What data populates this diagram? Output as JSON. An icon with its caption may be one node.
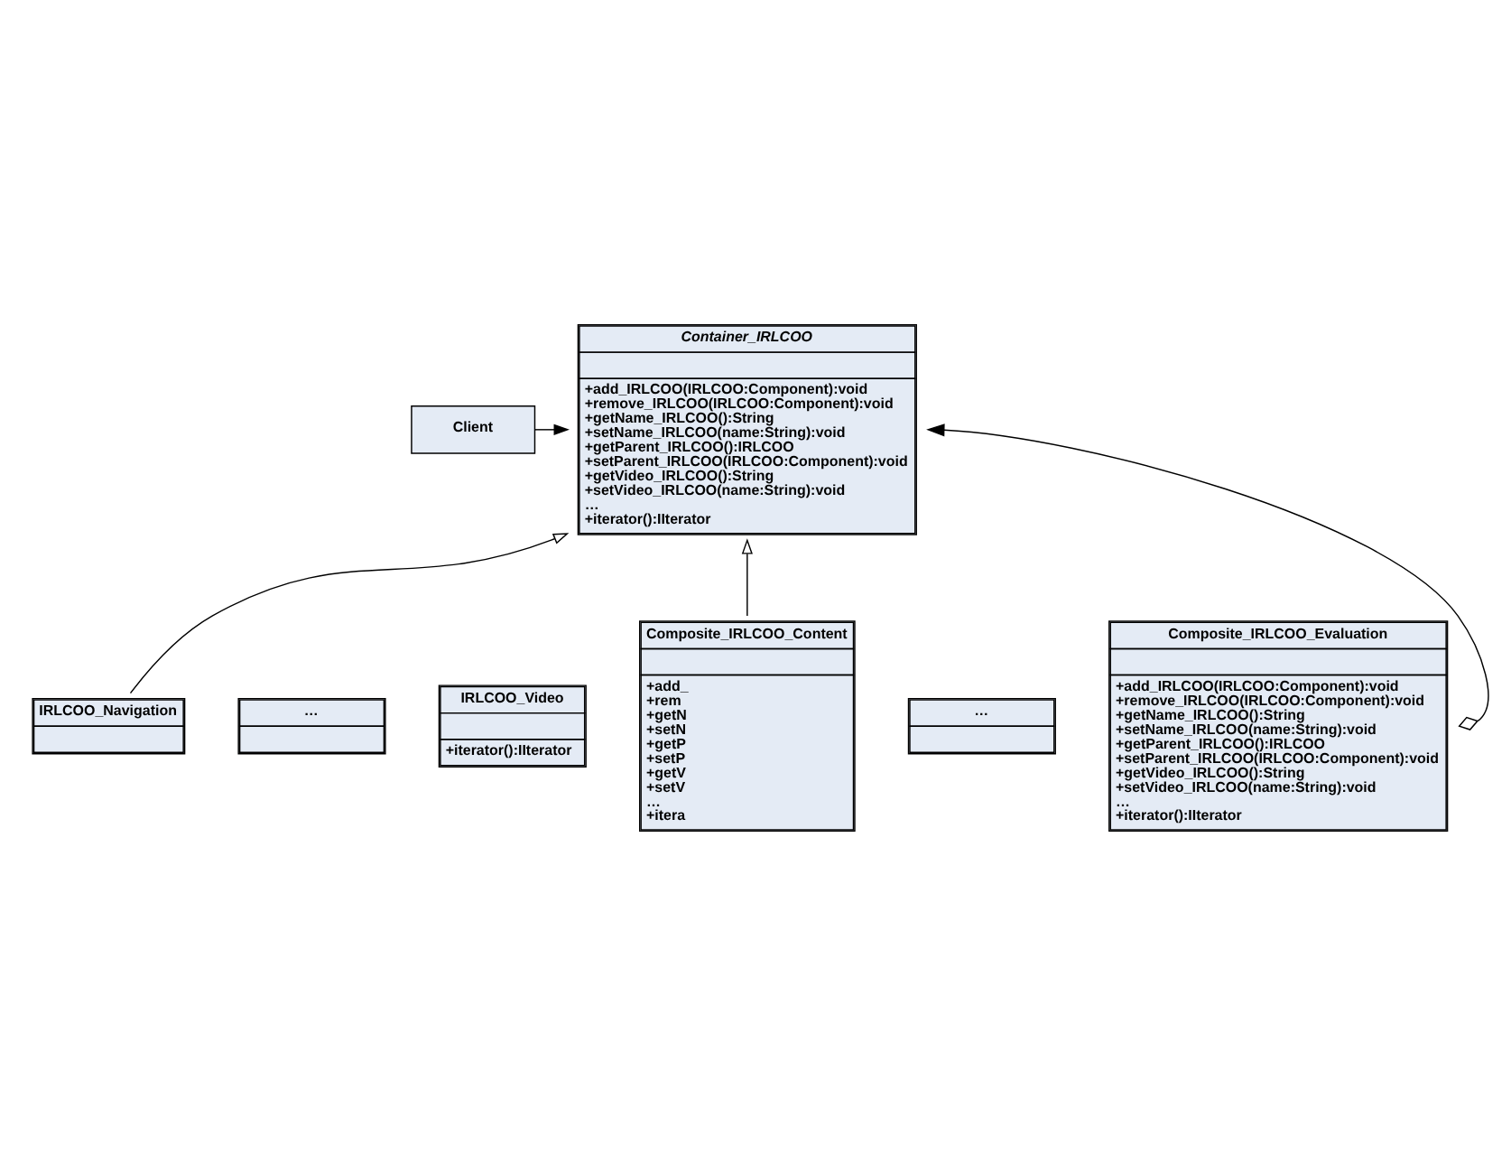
{
  "diagram": {
    "nodes": [
      {
        "text": [
          "Client"
        ]
      },
      {
        "text": [
          "Container_IRLCOO",
          "+add_IRLCOO(IRLCOO:Component):void",
          "+remove_IRLCOO(IRLCOO:Component):void",
          "+getName_IRLCOO():String",
          "+setName_IRLCOO(name:String):void",
          "+getParent_IRLCOO():IRLCOO",
          "+setParent_IRLCOO(IRLCOO:Component):void",
          "+getVideo_IRLCOO():String",
          "+setVideo_IRLCOO(name:String):void",
          "…",
          "+iterator():IIterator"
        ]
      },
      {
        "text": [
          "Composite_IRLCOO_Content",
          "+add_",
          "+rem",
          "+getN",
          "+setN",
          "+getP",
          "+setP",
          "+getV",
          "+setV",
          "…",
          "+itera"
        ]
      },
      {
        "text": [
          "…"
        ]
      },
      {
        "text": [
          "Composite_IRLCOO_Evaluation",
          "+add_IRLCOO(IRLCOO:Component):void",
          "+remove_IRLCOO(IRLCOO:Component):void",
          "+getName_IRLCOO():String",
          "+setName_IRLCOO(name:String):void",
          "+getParent_IRLCOO():IRLCOO",
          "+setParent_IRLCOO(IRLCOO:Component):void",
          "+getVideo_IRLCOO():String",
          "+setVideo_IRLCOO(name:String):void",
          "…",
          "+iterator():IIterator"
        ]
      },
      {
        "text": [
          "IRLCOO_Navigation"
        ]
      },
      {
        "text": [
          "…"
        ]
      },
      {
        "text": [
          "IRLCOO_Video",
          "+iterator():IIterator"
        ]
      }
    ],
    "edges": [
      {
        "from": 0,
        "to": 1,
        "arrow": "to"
      },
      {
        "from": 5,
        "to": 1,
        "arrow": "to"
      },
      {
        "from": 2,
        "to": 1,
        "arrow": "to"
      },
      {
        "from": 4,
        "to": 1,
        "arrow": "both"
      }
    ]
  }
}
